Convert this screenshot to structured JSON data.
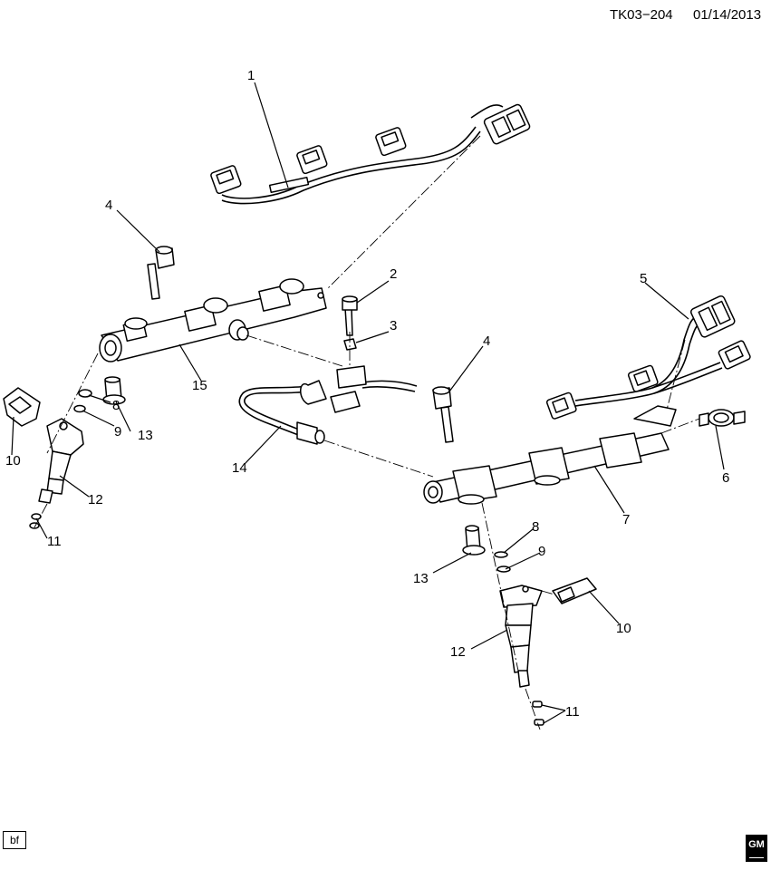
{
  "header": {
    "diagram_id": "TK03−204",
    "date": "01/14/2013"
  },
  "footer": {
    "illustrator_code": "bf",
    "logo_text": "GM"
  },
  "callouts": [
    {
      "id": "c1",
      "label": "1"
    },
    {
      "id": "c2",
      "label": "2"
    },
    {
      "id": "c3",
      "label": "3"
    },
    {
      "id": "c4a",
      "label": "4"
    },
    {
      "id": "c4b",
      "label": "4"
    },
    {
      "id": "c5",
      "label": "5"
    },
    {
      "id": "c6",
      "label": "6"
    },
    {
      "id": "c7",
      "label": "7"
    },
    {
      "id": "c8a",
      "label": "8"
    },
    {
      "id": "c8b",
      "label": "8"
    },
    {
      "id": "c9a",
      "label": "9"
    },
    {
      "id": "c9b",
      "label": "9"
    },
    {
      "id": "c10a",
      "label": "10"
    },
    {
      "id": "c10b",
      "label": "10"
    },
    {
      "id": "c11a",
      "label": "11"
    },
    {
      "id": "c11b",
      "label": "11"
    },
    {
      "id": "c12a",
      "label": "12"
    },
    {
      "id": "c12b",
      "label": "12"
    },
    {
      "id": "c13a",
      "label": "13"
    },
    {
      "id": "c13b",
      "label": "13"
    },
    {
      "id": "c14",
      "label": "14"
    },
    {
      "id": "c15",
      "label": "15"
    }
  ]
}
